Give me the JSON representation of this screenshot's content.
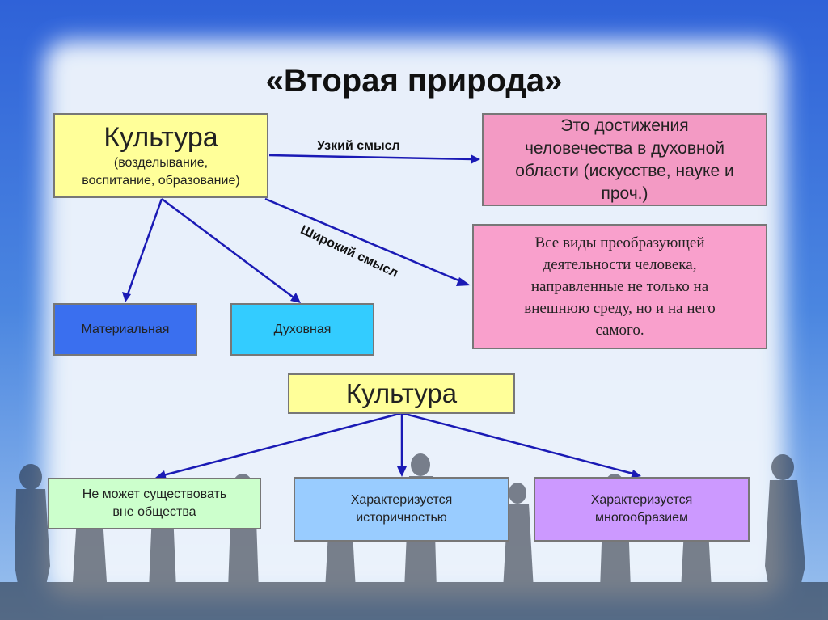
{
  "title": "«Вторая природа»",
  "culture_top": {
    "heading": "Культура",
    "sub_line1": "(возделывание,",
    "sub_line2": "воспитание, образование)"
  },
  "narrow_label": "Узкий смысл",
  "wide_label": "Широкий смысл",
  "narrow_def": {
    "line1": "Это достижения",
    "line2": "человечества в духовной",
    "line3": "области (искусстве, науке и",
    "line4": "проч.)"
  },
  "wide_def": {
    "line1": "Все виды преобразующей",
    "line2": "деятельности человека,",
    "line3": "направленные не только на",
    "line4": "внешнюю среду, но и на него",
    "line5": "самого."
  },
  "material": "Материальная",
  "spiritual": "Духовная",
  "culture_mid": "Культура",
  "trait1": {
    "line1": "Не может существовать",
    "line2": "вне общества"
  },
  "trait2": {
    "line1": "Характеризуется",
    "line2": "историчностью"
  },
  "trait3": {
    "line1": "Характеризуется",
    "line2": "многообразием"
  },
  "colors": {
    "yellow": "#ffff99",
    "pink": "#f39ac4",
    "pink2": "#f9a0cc",
    "blue_dark": "#3a6fef",
    "cyan": "#33ccff",
    "mint": "#ccffcc",
    "lightblue": "#99ccff",
    "violet": "#cc99ff",
    "arrow": "#1a1ab5"
  }
}
